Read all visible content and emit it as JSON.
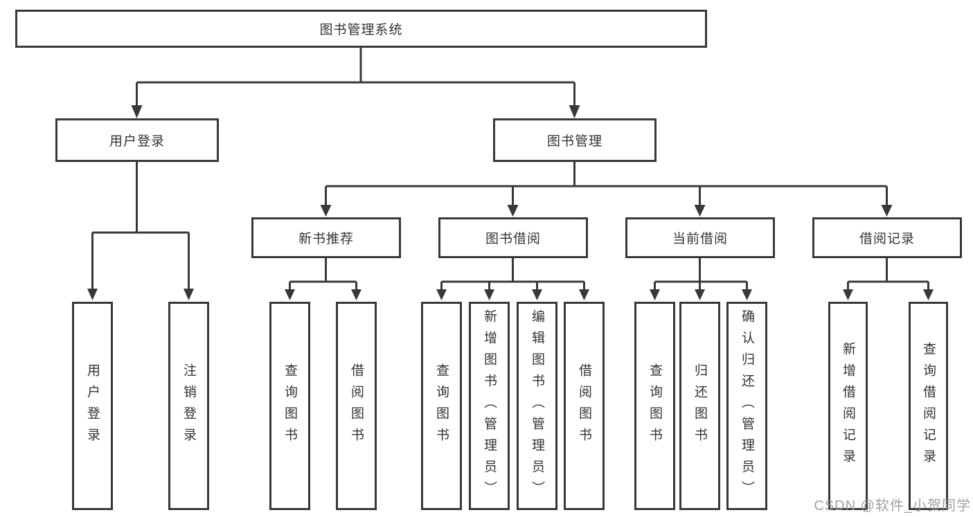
{
  "tree": {
    "label": "图书管理系统",
    "children": [
      {
        "label": "用户登录",
        "children": [
          {
            "label": "用户登录"
          },
          {
            "label": "注销登录"
          }
        ]
      },
      {
        "label": "图书管理",
        "children": [
          {
            "label": "新书推荐",
            "children": [
              {
                "label": "查询图书"
              },
              {
                "label": "借阅图书"
              }
            ]
          },
          {
            "label": "图书借阅",
            "children": [
              {
                "label": "查询图书"
              },
              {
                "label": "新增图书（管理员）"
              },
              {
                "label": "编辑图书（管理员）"
              },
              {
                "label": "借阅图书"
              }
            ]
          },
          {
            "label": "当前借阅",
            "children": [
              {
                "label": "查询图书"
              },
              {
                "label": "归还图书"
              },
              {
                "label": "确认归还（管理员）"
              }
            ]
          },
          {
            "label": "借阅记录",
            "children": [
              {
                "label": "新增借阅记录"
              },
              {
                "label": "查询借阅记录"
              }
            ]
          }
        ]
      }
    ]
  },
  "watermark": {
    "text": "CSDN @软件_小贺同学"
  },
  "colors": {
    "line": "#38383c",
    "box_border": "#38383c",
    "box_fill": "#ffffff",
    "text": "#333333",
    "watermark": "#98989b",
    "background": "#ffffff"
  }
}
